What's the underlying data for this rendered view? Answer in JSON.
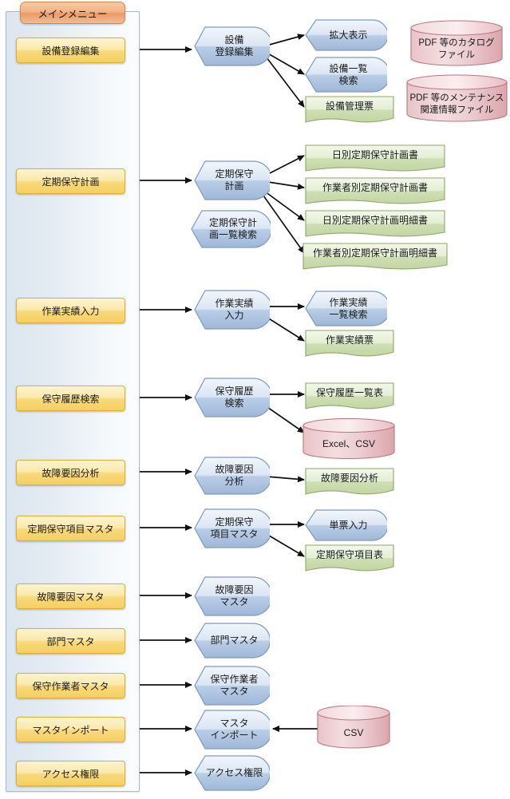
{
  "diagram": {
    "title": "メインメニュー",
    "type": "system-menu-flow",
    "colors": {
      "header": "#ef9d68",
      "menu_button": "#f7d97c",
      "panel": "#e3ecf4",
      "process": "#bdd0e8",
      "document": "#d9e5c3",
      "datastore": "#e7bcc0",
      "arrow": "#111111"
    }
  },
  "panel": {
    "header_label": "メインメニュー"
  },
  "menu_items": [
    {
      "label": "設備登録編集"
    },
    {
      "label": "定期保守計画"
    },
    {
      "label": "作業実績入力"
    },
    {
      "label": "保守履歴検索"
    },
    {
      "label": "故障要因分析"
    },
    {
      "label": "定期保守項目マスタ"
    },
    {
      "label": "故障要因マスタ"
    },
    {
      "label": "部門マスタ"
    },
    {
      "label": "保守作業者マスタ"
    },
    {
      "label": "マスタインポート"
    },
    {
      "label": "アクセス権限"
    }
  ],
  "processes": [
    {
      "label": "設備\n登録編集"
    },
    {
      "label": "定期保守\n計画"
    },
    {
      "label": "定期保守計\n画一覧検索"
    },
    {
      "label": "作業実績\n入力"
    },
    {
      "label": "保守履歴\n検索"
    },
    {
      "label": "故障要因\n分析"
    },
    {
      "label": "定期保守\n項目マスタ"
    },
    {
      "label": "故障要因\nマスタ"
    },
    {
      "label": "部門マスタ"
    },
    {
      "label": "保守作業者\nマスタ"
    },
    {
      "label": "マスタ\nインポート"
    },
    {
      "label": "アクセス権限"
    }
  ],
  "sub_processes": [
    {
      "label": "拡大表示"
    },
    {
      "label": "設備一覧\n検索"
    },
    {
      "label": "作業実績\n一覧検索"
    },
    {
      "label": "単票入力"
    }
  ],
  "documents": [
    {
      "label": "設備管理票"
    },
    {
      "label": "日別定期保守計画書"
    },
    {
      "label": "作業者別定期保守計画書"
    },
    {
      "label": "日別定期保守計画明細書"
    },
    {
      "label": "作業者別定期保守計画明細書"
    },
    {
      "label": "作業実績票"
    },
    {
      "label": "保守履歴一覧表"
    },
    {
      "label": "故障要因分析"
    },
    {
      "label": "定期保守項目表"
    }
  ],
  "datastores": [
    {
      "label": "PDF 等のカタログ\nファイル"
    },
    {
      "label": "PDF 等のメンテナンス\n関連情報ファイル"
    },
    {
      "label": "Excel、CSV"
    },
    {
      "label": "CSV"
    }
  ]
}
